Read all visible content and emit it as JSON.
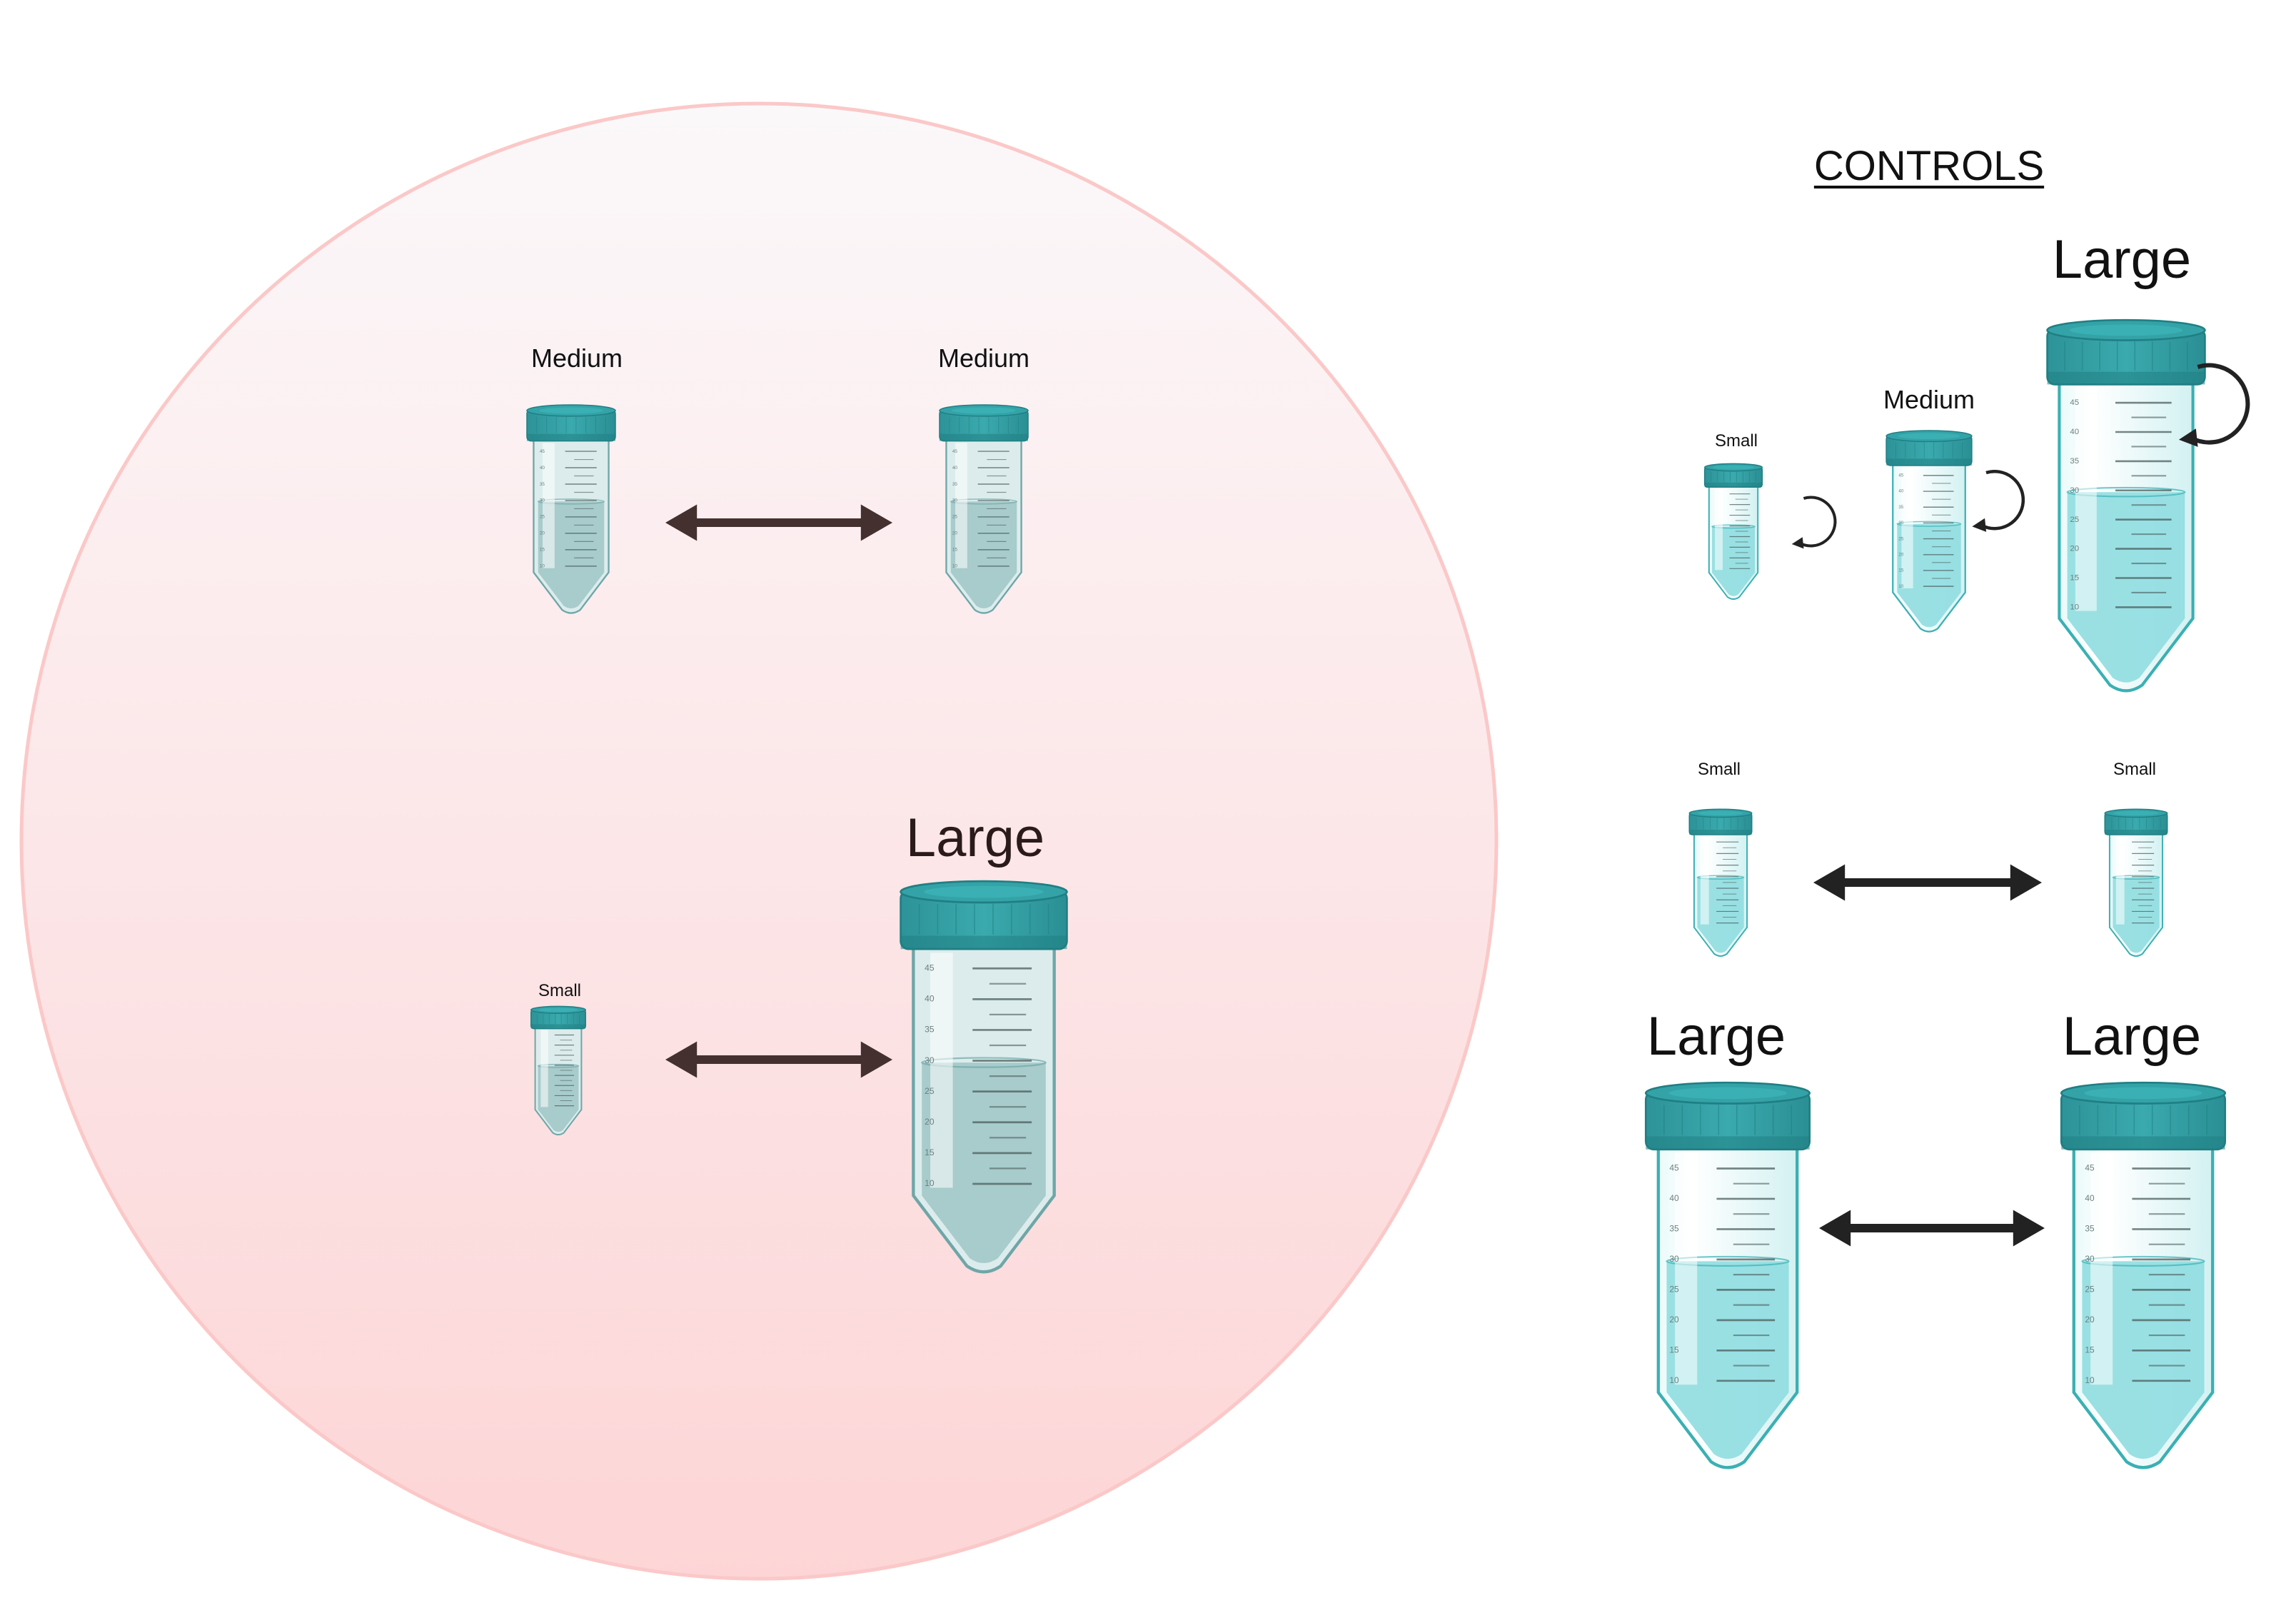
{
  "colors": {
    "circle_top": "#fbf8fa",
    "circle_bottom": "#fdd5d6",
    "circle_stroke": "#fbc8c8",
    "cap": "#34a3a8",
    "cap_dark": "#207f84",
    "liquid": "#8fdde0",
    "tube_stroke": "#3bb0b3",
    "arrow": "#222222",
    "arrow_in_circle": "#43302f"
  },
  "circle_group": {
    "top_pair": {
      "left_label": "Medium",
      "right_label": "Medium"
    },
    "bottom_pair": {
      "left_label": "Small",
      "right_label": "Large"
    }
  },
  "controls": {
    "title": "CONTROLS",
    "spin_row": {
      "small_label": "Small",
      "medium_label": "Medium",
      "large_label": "Large"
    },
    "small_pair": {
      "left_label": "Small",
      "right_label": "Small"
    },
    "large_pair": {
      "left_label": "Large",
      "right_label": "Large"
    }
  },
  "icons": {
    "tube": "centrifuge-tube-icon",
    "double_arrow": "double-headed-arrow-icon",
    "rotation": "rotation-arrow-icon"
  },
  "tube_graduations": [
    "45",
    "40",
    "35",
    "30",
    "25",
    "20",
    "15",
    "10"
  ]
}
